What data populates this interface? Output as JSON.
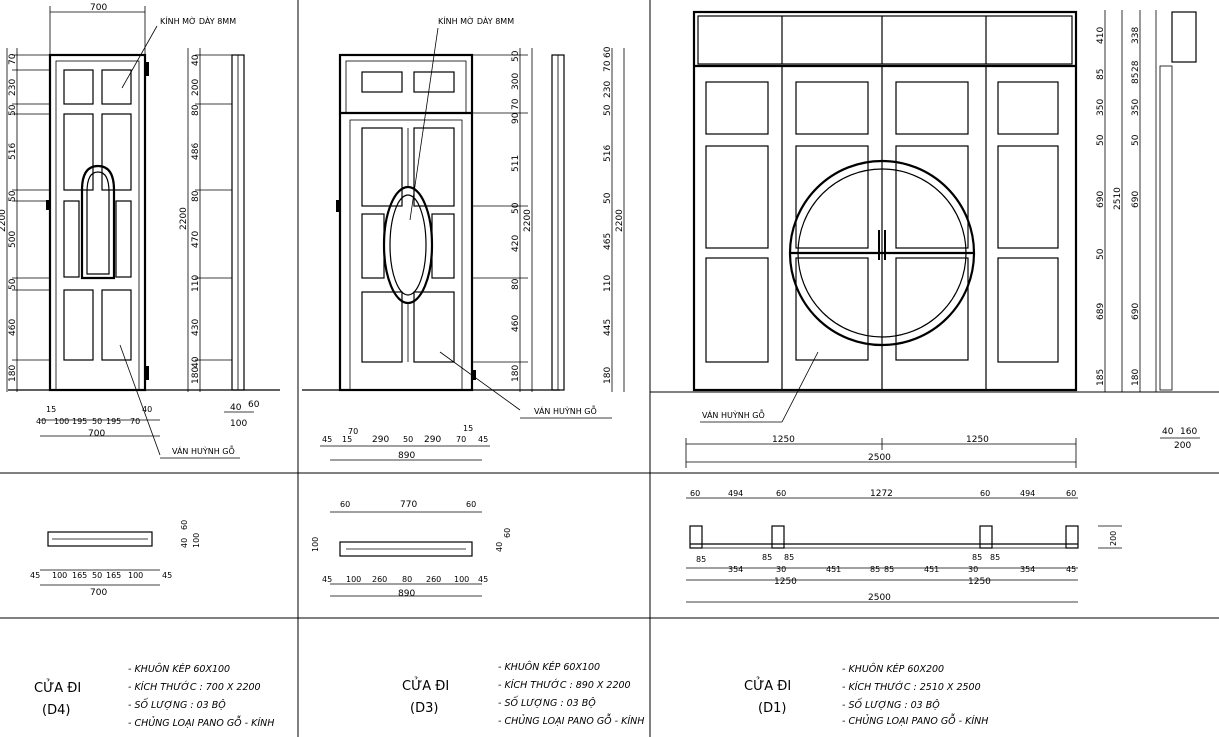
{
  "d4": {
    "glass_note": "KÍNH MỜ DÀY 8MM",
    "wood_note": "VÁN HUỲNH GỖ",
    "width_top": "700",
    "height_label": "2200",
    "left_dims": [
      "70",
      "230",
      "50",
      "516",
      "50",
      "500",
      "50",
      "460",
      "180"
    ],
    "side_height": "2200",
    "right_dims": [
      "40",
      "200",
      "80",
      "486",
      "80",
      "470",
      "110",
      "430",
      "40",
      "180"
    ],
    "bottom_dims": [
      "15",
      "40",
      "100",
      "195",
      "50",
      "195",
      "70",
      "40"
    ],
    "bottom_total": "700",
    "side_dims": [
      "40",
      "60",
      "100"
    ],
    "plan_dims": [
      "45",
      "100",
      "165",
      "50",
      "165",
      "100",
      "45"
    ],
    "plan_total": "700",
    "plan_side": [
      "60",
      "40",
      "100"
    ],
    "title": "CỬA ĐI",
    "code": "(D4)",
    "specs": [
      "- KHUÔN KÉP 60X100",
      "- KÍCH THƯỚC : 700 X 2200",
      "- SỐ LƯỢNG : 03 BỘ",
      "- CHỦNG LOẠI PANO GỖ - KÍNH"
    ]
  },
  "d3": {
    "glass_note": "KÍNH MỜ DÀY 8MM",
    "wood_note": "VÁN HUỲNH GỖ",
    "left_dims": [
      "50",
      "300",
      "70",
      "90",
      "511",
      "50",
      "420",
      "80",
      "460",
      "180"
    ],
    "height_label": "2200",
    "right_dims": [
      "60",
      "70",
      "230",
      "50",
      "516",
      "50",
      "465",
      "110",
      "445",
      "180"
    ],
    "side_height": "2200",
    "bottom_dims": [
      "45",
      "15",
      "70",
      "290",
      "50",
      "290",
      "70",
      "15",
      "45"
    ],
    "bottom_total": "890",
    "plan_top": [
      "60",
      "770",
      "60"
    ],
    "plan_dims": [
      "45",
      "100",
      "260",
      "80",
      "260",
      "100",
      "45"
    ],
    "plan_total": "890",
    "plan_side": [
      "100",
      "40",
      "60"
    ],
    "title": "CỬA ĐI",
    "code": "(D3)",
    "specs": [
      "- KHUÔN KÉP 60X100",
      "- KÍCH THƯỚC : 890 X 2200",
      "- SỐ LƯỢNG : 03 BỘ",
      "- CHỦNG LOẠI PANO GỖ - KÍNH"
    ]
  },
  "d1": {
    "wood_note": "VÁN HUỲNH GỖ",
    "right_dims": [
      "410",
      "85",
      "350",
      "50",
      "690",
      "50",
      "689",
      "185"
    ],
    "far_dims": [
      "338",
      "28",
      "85",
      "350",
      "50",
      "690",
      "690",
      "180"
    ],
    "height_label": "2510",
    "bottom_dims": [
      "1250",
      "1250"
    ],
    "bottom_total": "2500",
    "side_dims": [
      "40",
      "160",
      "200"
    ],
    "plan_top": [
      "60",
      "494",
      "60",
      "1272",
      "60",
      "494",
      "60"
    ],
    "plan_mid": [
      "85",
      "354",
      "85",
      "85",
      "30",
      "451",
      "85",
      "85",
      "451",
      "30",
      "85",
      "85",
      "354",
      "45"
    ],
    "plan_half": [
      "1250",
      "1250"
    ],
    "plan_total": "2500",
    "plan_side": "200",
    "title": "CỬA ĐI",
    "code": "(D1)",
    "specs": [
      "- KHUÔN KÉP 60X200",
      "- KÍCH THƯỚC : 2510 X 2500",
      "- SỐ LƯỢNG : 03 BỘ",
      "- CHỦNG LOẠI PANO GỖ - KÍNH"
    ]
  }
}
